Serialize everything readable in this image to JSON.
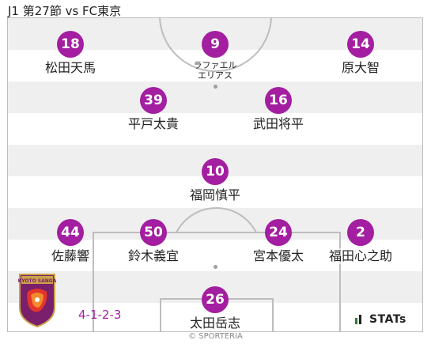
{
  "match_title": "J1 第27節 vs FC東京",
  "formation": "4-1-2-3",
  "brand": "STATs",
  "credit": "© SPORTERIA",
  "club_crest_text": "KYOTO SANGA",
  "colors": {
    "accent": "#a31ea0",
    "stripe": "#efefef",
    "line": "#bdbdbd"
  },
  "players": [
    {
      "number": "18",
      "name": "松田天馬"
    },
    {
      "number": "9",
      "name": "ラファエル\nエリアス"
    },
    {
      "number": "14",
      "name": "原大智"
    },
    {
      "number": "39",
      "name": "平戸太貴"
    },
    {
      "number": "16",
      "name": "武田将平"
    },
    {
      "number": "10",
      "name": "福岡慎平"
    },
    {
      "number": "44",
      "name": "佐藤響"
    },
    {
      "number": "50",
      "name": "鈴木義宜"
    },
    {
      "number": "24",
      "name": "宮本優太"
    },
    {
      "number": "2",
      "name": "福田心之助"
    },
    {
      "number": "26",
      "name": "太田岳志"
    }
  ]
}
